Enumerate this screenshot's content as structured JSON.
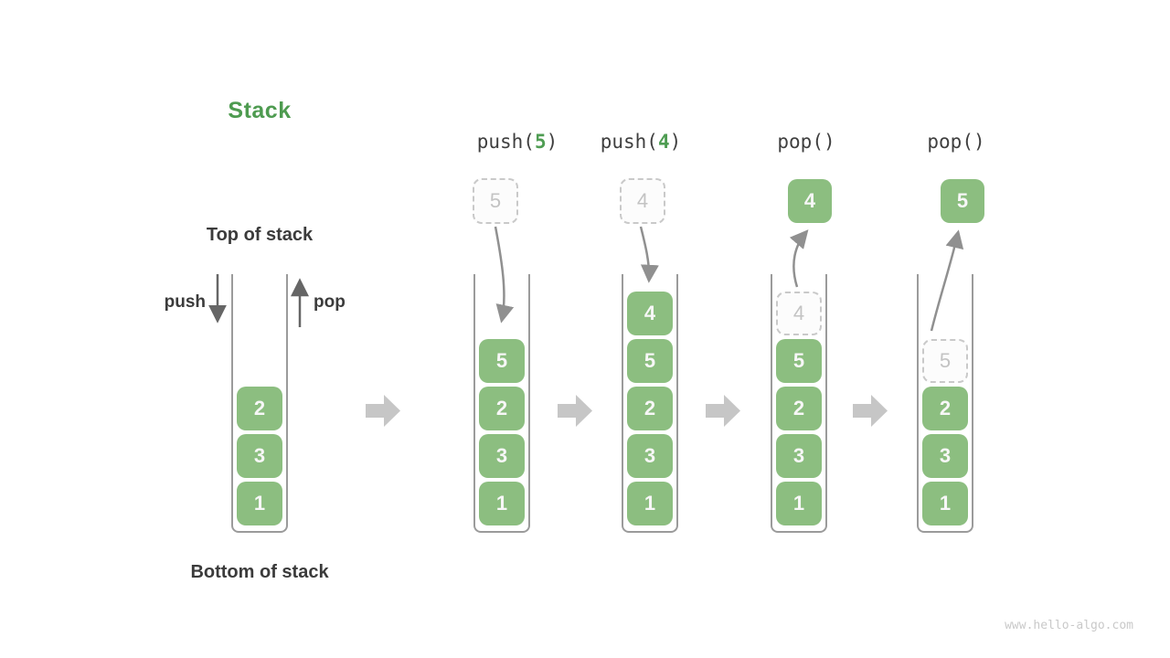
{
  "title": "Stack",
  "watermark": "www.hello-algo.com",
  "labels": {
    "top_of_stack": "Top of stack",
    "bottom_of_stack": "Bottom of stack",
    "push": "push",
    "pop": "pop"
  },
  "colors": {
    "accent_green": "#4e9b50",
    "box_green": "#8cbe80",
    "dashed_border_gray": "#c9c9c9",
    "dashed_text_gray": "#c3c3c3",
    "stage_arrow_gray": "#909090",
    "pushpop_arrow_gray": "#666666",
    "block_arrow_gray": "#c6c6c6",
    "text_dark": "#3b3b3b"
  },
  "base_stack": {
    "cells": [
      {
        "value": "2"
      },
      {
        "value": "3"
      },
      {
        "value": "1"
      }
    ]
  },
  "operations": [
    {
      "op": {
        "pre": "push(",
        "arg": "5",
        "post": ")"
      },
      "staged": {
        "value": "5",
        "style": "dashed"
      },
      "arrow": "down",
      "stack": [
        {
          "value": "5",
          "style": "solid"
        },
        {
          "value": "2",
          "style": "solid"
        },
        {
          "value": "3",
          "style": "solid"
        },
        {
          "value": "1",
          "style": "solid"
        }
      ]
    },
    {
      "op": {
        "pre": "push(",
        "arg": "4",
        "post": ")"
      },
      "staged": {
        "value": "4",
        "style": "dashed"
      },
      "arrow": "down",
      "stack": [
        {
          "value": "4",
          "style": "solid"
        },
        {
          "value": "5",
          "style": "solid"
        },
        {
          "value": "2",
          "style": "solid"
        },
        {
          "value": "3",
          "style": "solid"
        },
        {
          "value": "1",
          "style": "solid"
        }
      ]
    },
    {
      "op": {
        "pre": "pop()",
        "arg": "",
        "post": ""
      },
      "staged": {
        "value": "4",
        "style": "solid"
      },
      "arrow": "up",
      "stack": [
        {
          "value": "4",
          "style": "dashed"
        },
        {
          "value": "5",
          "style": "solid"
        },
        {
          "value": "2",
          "style": "solid"
        },
        {
          "value": "3",
          "style": "solid"
        },
        {
          "value": "1",
          "style": "solid"
        }
      ]
    },
    {
      "op": {
        "pre": "pop()",
        "arg": "",
        "post": ""
      },
      "staged": {
        "value": "5",
        "style": "solid"
      },
      "arrow": "up",
      "stack": [
        {
          "value": "5",
          "style": "dashed"
        },
        {
          "value": "2",
          "style": "solid"
        },
        {
          "value": "3",
          "style": "solid"
        },
        {
          "value": "1",
          "style": "solid"
        }
      ]
    }
  ]
}
